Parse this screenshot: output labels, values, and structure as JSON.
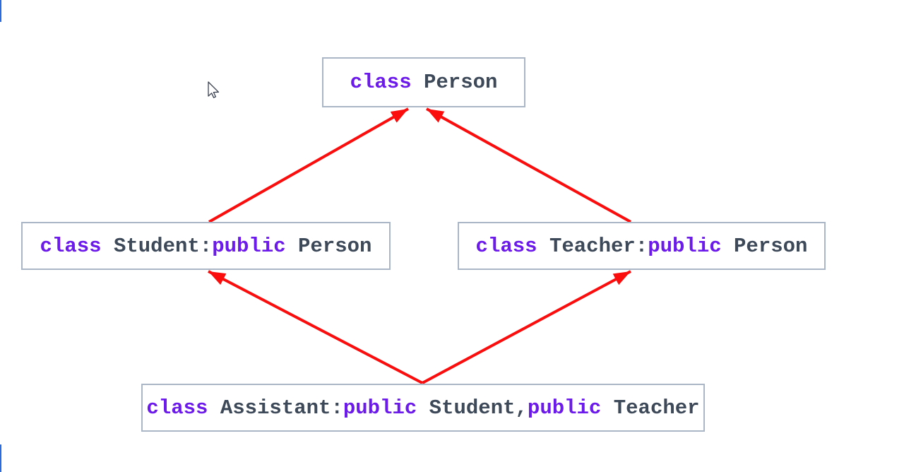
{
  "diagram": {
    "type": "class-inheritance-diamond",
    "language": "C++",
    "nodes": {
      "person": {
        "label": "class Person",
        "segments": [
          {
            "t": "class",
            "kw": true
          },
          {
            "t": " Person",
            "kw": false
          }
        ]
      },
      "student": {
        "label": "class Student:public Person",
        "segments": [
          {
            "t": "class",
            "kw": true
          },
          {
            "t": " Student:",
            "kw": false
          },
          {
            "t": "public",
            "kw": true
          },
          {
            "t": " Person",
            "kw": false
          }
        ]
      },
      "teacher": {
        "label": "class Teacher:public Person",
        "segments": [
          {
            "t": "class",
            "kw": true
          },
          {
            "t": " Teacher:",
            "kw": false
          },
          {
            "t": "public",
            "kw": true
          },
          {
            "t": " Person",
            "kw": false
          }
        ]
      },
      "assistant": {
        "label": "class Assistant:public Student,public Teacher",
        "segments": [
          {
            "t": "class",
            "kw": true
          },
          {
            "t": " Assistant:",
            "kw": false
          },
          {
            "t": "public",
            "kw": true
          },
          {
            "t": " Student,",
            "kw": false
          },
          {
            "t": "public",
            "kw": true
          },
          {
            "t": " Teacher",
            "kw": false
          }
        ]
      }
    },
    "edges": [
      {
        "from": "Student",
        "to": "Person"
      },
      {
        "from": "Teacher",
        "to": "Person"
      },
      {
        "from": "Assistant",
        "to": "Student"
      },
      {
        "from": "Assistant",
        "to": "Teacher"
      }
    ],
    "colors": {
      "keyword": "#6c19ec",
      "identifier": "#3d4958",
      "arrow": "#fb0d0d",
      "node_border": "#aab5c6",
      "node_background": "#ffffff",
      "edge_mark": "#2b6be0"
    }
  }
}
